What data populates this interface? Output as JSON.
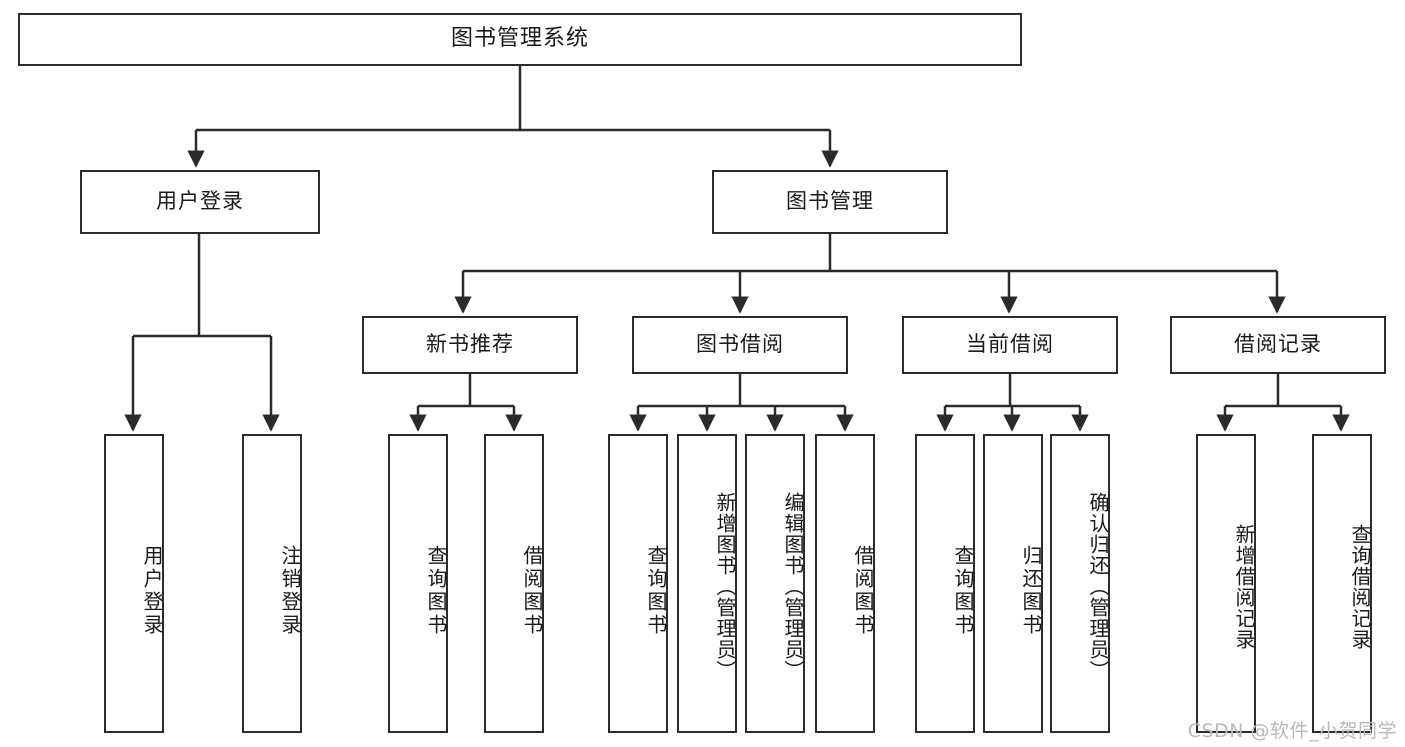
{
  "diagram": {
    "type": "tree",
    "title_node": "图书管理系统",
    "watermark": "CSDN @软件_小贺同学",
    "colors": {
      "box_border": "#2b2b2b",
      "box_fill": "#ffffff",
      "connector": "#2b2b2b",
      "text": "#1a1a1a",
      "watermark": "#b9b9b9"
    },
    "nodes": {
      "root": {
        "label": "图书管理系统"
      },
      "level2": [
        {
          "id": "user-login",
          "label": "用户登录"
        },
        {
          "id": "book-manage",
          "label": "图书管理"
        }
      ],
      "level3": [
        {
          "id": "new-book-recommend",
          "label": "新书推荐"
        },
        {
          "id": "book-borrow",
          "label": "图书借阅"
        },
        {
          "id": "current-borrow",
          "label": "当前借阅"
        },
        {
          "id": "borrow-record",
          "label": "借阅记录"
        }
      ],
      "leaves": [
        {
          "id": "leaf-user-login",
          "label": "用户登录",
          "parent": "user-login"
        },
        {
          "id": "leaf-logout-login",
          "label": "注销登录",
          "parent": "user-login"
        },
        {
          "id": "leaf-query-book-1",
          "label": "查询图书",
          "parent": "new-book-recommend"
        },
        {
          "id": "leaf-borrow-book-1",
          "label": "借阅图书",
          "parent": "new-book-recommend"
        },
        {
          "id": "leaf-query-book-2",
          "label": "查询图书",
          "parent": "book-borrow"
        },
        {
          "id": "leaf-add-book",
          "label": "新增图书（管理员）",
          "parent": "book-borrow"
        },
        {
          "id": "leaf-edit-book",
          "label": "编辑图书（管理员）",
          "parent": "book-borrow"
        },
        {
          "id": "leaf-borrow-book-2",
          "label": "借阅图书",
          "parent": "book-borrow"
        },
        {
          "id": "leaf-query-book-3",
          "label": "查询图书",
          "parent": "current-borrow"
        },
        {
          "id": "leaf-return-book",
          "label": "归还图书",
          "parent": "current-borrow"
        },
        {
          "id": "leaf-confirm-return",
          "label": "确认归还（管理员）",
          "parent": "current-borrow"
        },
        {
          "id": "leaf-add-record",
          "label": "新增借阅记录",
          "parent": "borrow-record"
        },
        {
          "id": "leaf-query-record",
          "label": "查询借阅记录",
          "parent": "borrow-record"
        }
      ]
    }
  }
}
